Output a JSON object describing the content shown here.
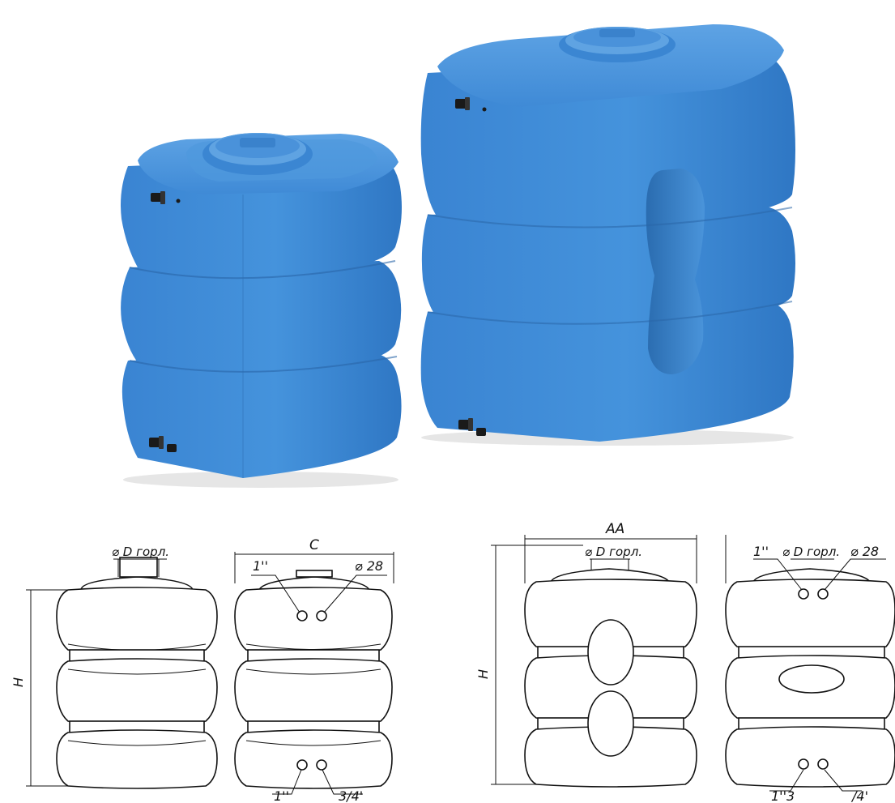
{
  "labels": {
    "dim_h_left": "H",
    "dim_h_right": "H",
    "dim_c": "C",
    "dim_aa": "AA",
    "neck_d_left": "⌀ D горл.",
    "neck_d_right_1": "⌀ D горл.",
    "neck_d_right_2": "⌀ D горл.",
    "hole_top_1in_left": "1''",
    "hole_top_28_left": "⌀ 28",
    "hole_bottom_1in_left": "1''",
    "hole_bottom_34_left": "3/4'",
    "hole_top_1in_right": "1''",
    "hole_top_28_right": "⌀ 28",
    "hole_bottom_left_right": "1''3",
    "hole_bottom_right_right": "/4'"
  },
  "colors": {
    "tank_blue": "#3f8ad6",
    "tank_blue_light": "#6aaae6",
    "tank_blue_dark": "#2a6fb8",
    "fitting_black": "#1a1a1a",
    "line": "#111111"
  }
}
